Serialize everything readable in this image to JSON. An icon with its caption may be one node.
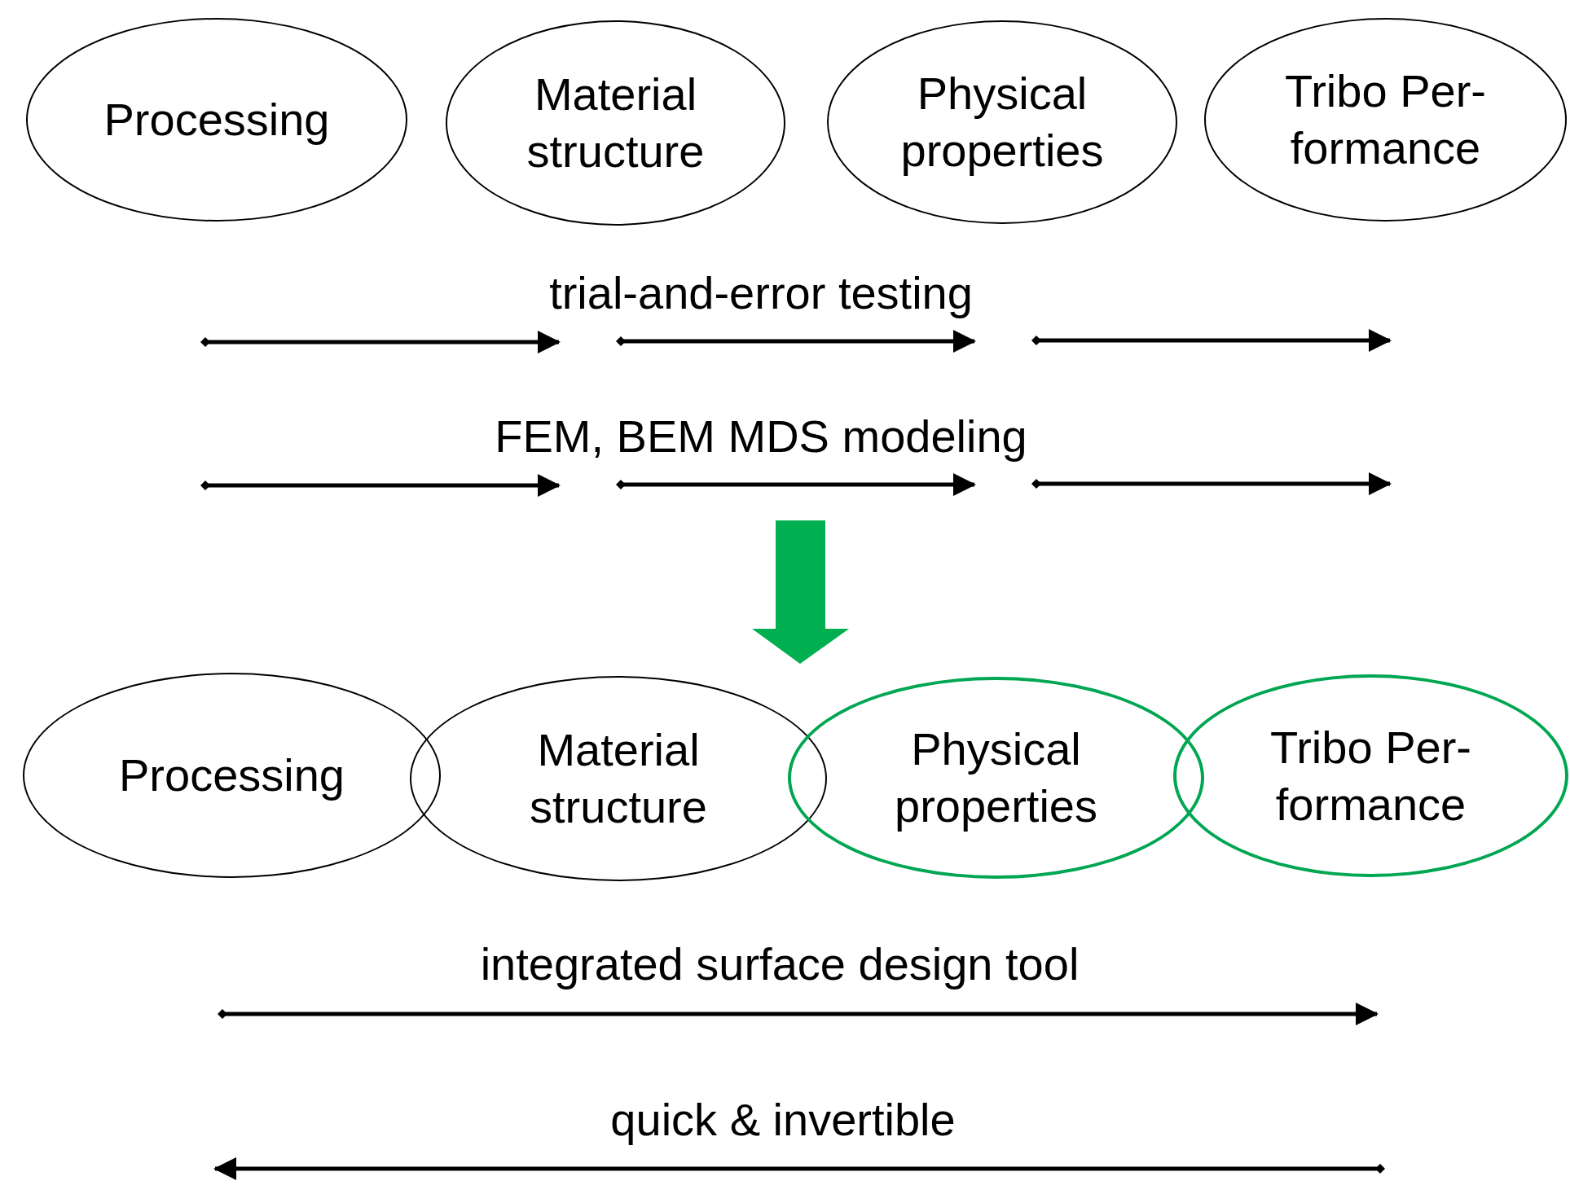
{
  "diagram": {
    "nodes": [
      {
        "text": [
          "Processing"
        ]
      },
      {
        "text": [
          "Material structure"
        ]
      },
      {
        "text": [
          "Physical properties"
        ]
      },
      {
        "text": [
          "Tribo Per- formance"
        ]
      },
      {
        "text": [
          "Processing"
        ]
      },
      {
        "text": [
          "Material structure"
        ]
      },
      {
        "text": [
          "Physical properties"
        ]
      },
      {
        "text": [
          "Tribo Per- formance"
        ]
      }
    ],
    "labels": [
      "trial-and-error testing",
      "FEM, BEM MDS modeling",
      "integrated surface design tool",
      "quick & invertible"
    ]
  }
}
